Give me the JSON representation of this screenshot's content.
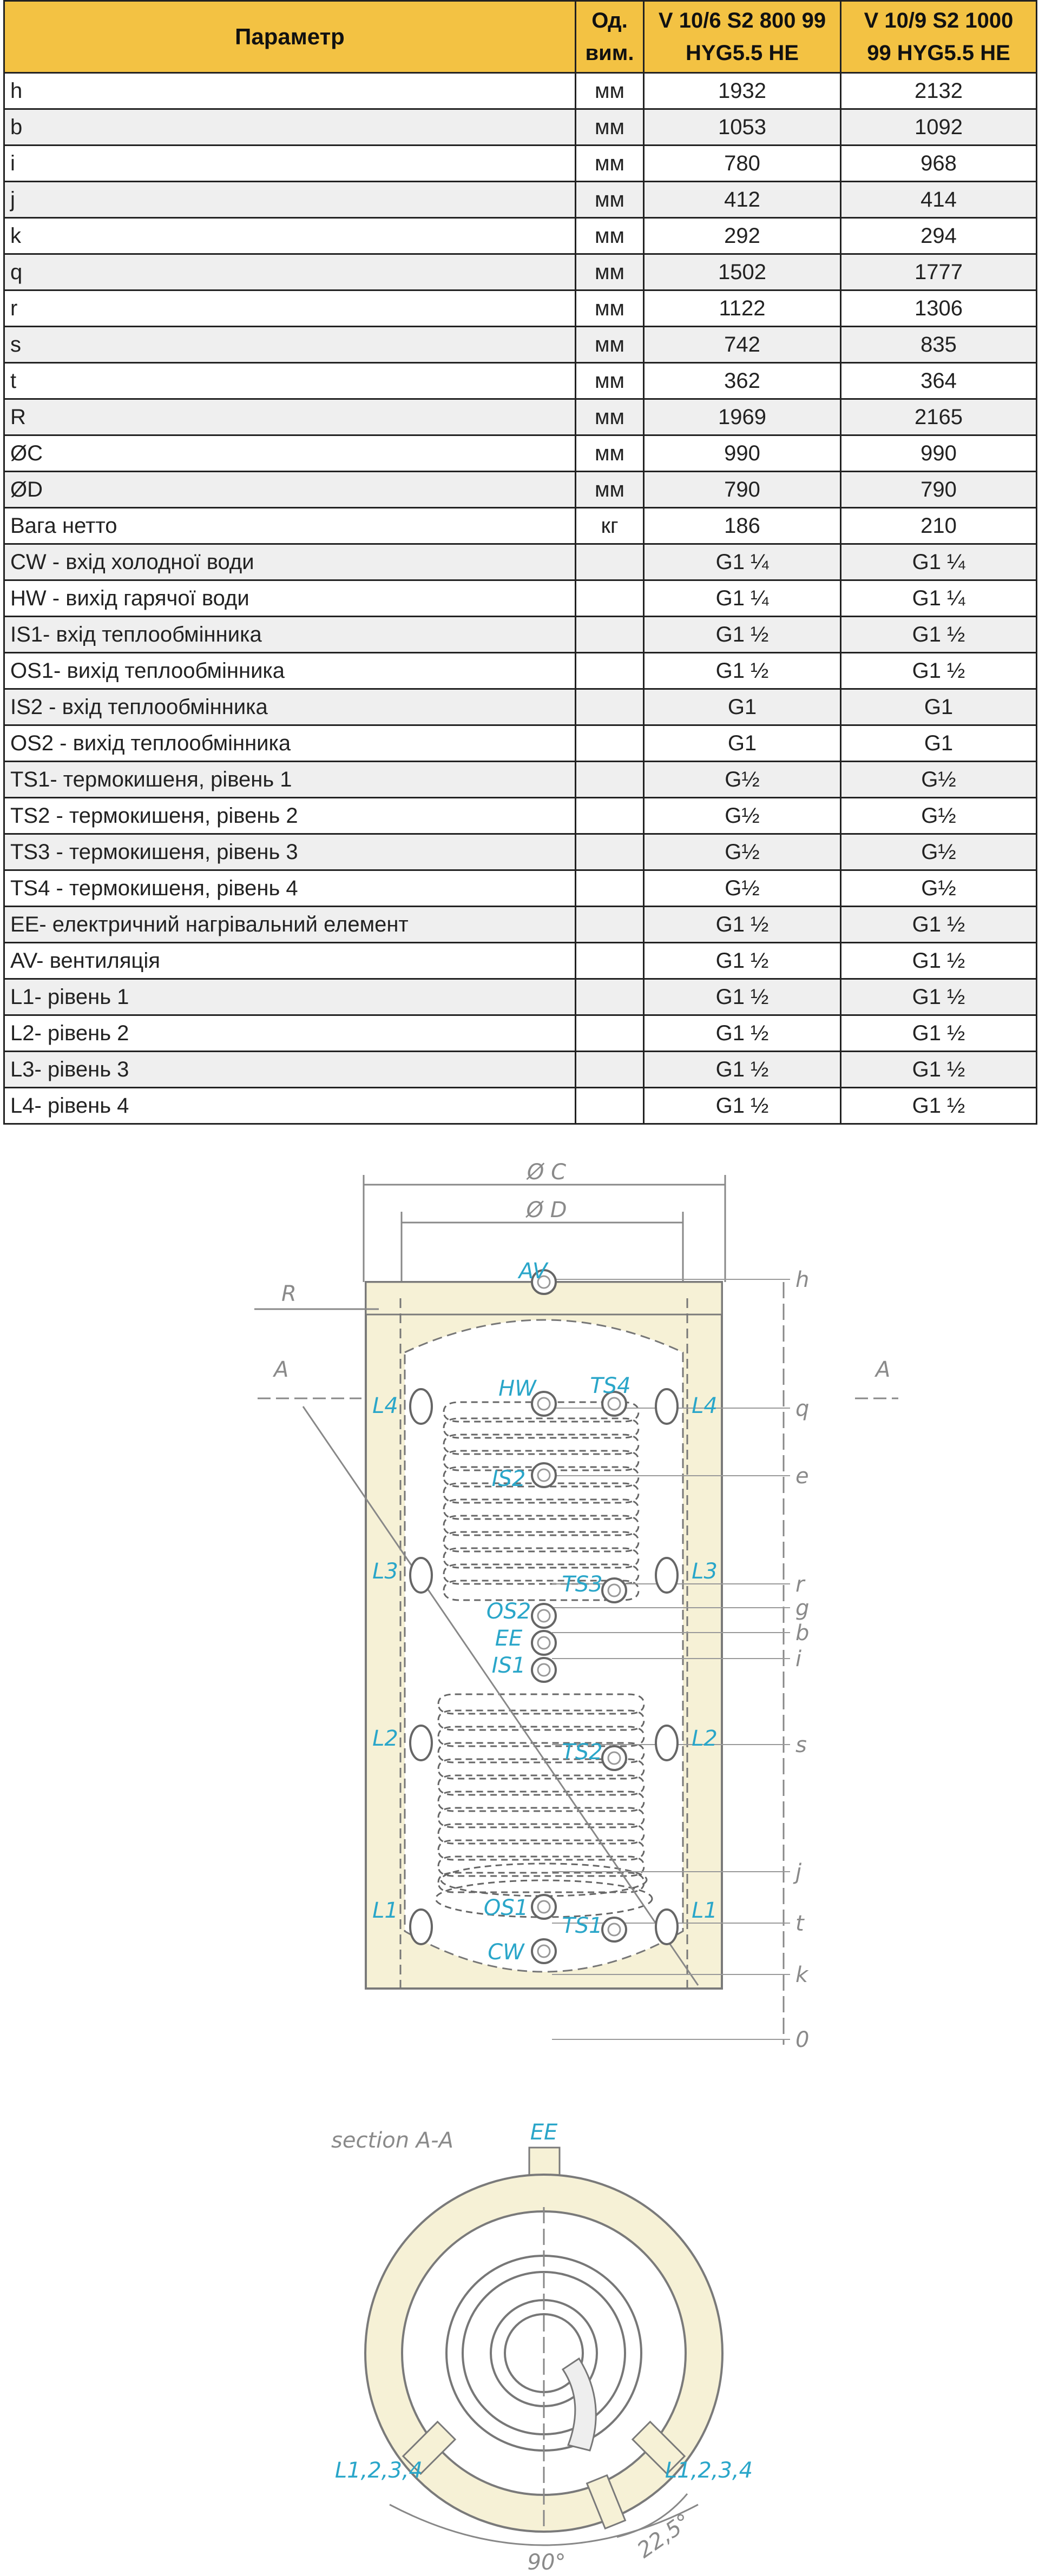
{
  "table": {
    "headers": {
      "param": "Параметр",
      "unit_line1": "Од.",
      "unit_line2": "вим.",
      "m1_line1": "V 10/6 S2 800 99",
      "m1_line2": "HYG5.5 HE",
      "m2_line1": "V 10/9 S2 1000",
      "m2_line2": "99 HYG5.5 HE"
    },
    "rows": [
      {
        "name": "h",
        "unit": "мм",
        "v1": "1932",
        "v2": "2132"
      },
      {
        "name": "b",
        "unit": "мм",
        "v1": "1053",
        "v2": "1092"
      },
      {
        "name": "i",
        "unit": "мм",
        "v1": "780",
        "v2": "968"
      },
      {
        "name": "j",
        "unit": "мм",
        "v1": "412",
        "v2": "414"
      },
      {
        "name": "k",
        "unit": "мм",
        "v1": "292",
        "v2": "294"
      },
      {
        "name": "q",
        "unit": "мм",
        "v1": "1502",
        "v2": "1777"
      },
      {
        "name": "r",
        "unit": "мм",
        "v1": "1122",
        "v2": "1306"
      },
      {
        "name": "s",
        "unit": "мм",
        "v1": "742",
        "v2": "835"
      },
      {
        "name": "t",
        "unit": "мм",
        "v1": "362",
        "v2": "364"
      },
      {
        "name": "R",
        "unit": "мм",
        "v1": "1969",
        "v2": "2165"
      },
      {
        "name": "ØC",
        "unit": "мм",
        "v1": "990",
        "v2": "990"
      },
      {
        "name": "ØD",
        "unit": "мм",
        "v1": "790",
        "v2": "790"
      },
      {
        "name": "Вага нетто",
        "unit": "кг",
        "v1": "186",
        "v2": "210"
      },
      {
        "name": "CW - вхід холодної води",
        "unit": "",
        "v1": "G1 ¼",
        "v2": "G1 ¼"
      },
      {
        "name": "HW - вихід гарячої води",
        "unit": "",
        "v1": "G1 ¼",
        "v2": "G1 ¼"
      },
      {
        "name": "IS1- вхід теплообмінника",
        "unit": "",
        "v1": "G1 ½",
        "v2": "G1 ½"
      },
      {
        "name": "OS1- вихід теплообмінника",
        "unit": "",
        "v1": "G1 ½",
        "v2": "G1 ½"
      },
      {
        "name": "IS2 - вхід теплообмінника",
        "unit": "",
        "v1": "G1",
        "v2": "G1"
      },
      {
        "name": "OS2 - вихід теплообмінника",
        "unit": "",
        "v1": "G1",
        "v2": "G1"
      },
      {
        "name": "TS1- термокишеня, рівень 1",
        "unit": "",
        "v1": "G½",
        "v2": "G½"
      },
      {
        "name": "TS2 - термокишеня, рівень 2",
        "unit": "",
        "v1": "G½",
        "v2": "G½"
      },
      {
        "name": "TS3 - термокишеня, рівень 3",
        "unit": "",
        "v1": "G½",
        "v2": "G½"
      },
      {
        "name": "TS4 - термокишеня, рівень 4",
        "unit": "",
        "v1": "G½",
        "v2": "G½"
      },
      {
        "name": "EE- електричний нагрівальний елемент",
        "unit": "",
        "v1": "G1 ½",
        "v2": "G1 ½"
      },
      {
        "name": "AV- вентиляція",
        "unit": "",
        "v1": "G1 ½",
        "v2": "G1 ½"
      },
      {
        "name": "L1- рівень 1",
        "unit": "",
        "v1": "G1 ½",
        "v2": "G1 ½"
      },
      {
        "name": "L2- рівень 2",
        "unit": "",
        "v1": "G1 ½",
        "v2": "G1 ½"
      },
      {
        "name": "L3- рівень 3",
        "unit": "",
        "v1": "G1 ½",
        "v2": "G1 ½"
      },
      {
        "name": "L4- рівень 4",
        "unit": "",
        "v1": "G1 ½",
        "v2": "G1 ½"
      }
    ]
  },
  "drawing": {
    "colors": {
      "insulation": "#f6f1d6",
      "outline": "#7a7a7a",
      "connection_label": "#2aa6c9",
      "dimension_label": "#8a8a8a"
    },
    "dims_top": {
      "oc": "Ø C",
      "od": "Ø D"
    },
    "r_label": "R",
    "section_marks": {
      "left": "A",
      "right": "A"
    },
    "connections": {
      "av": "AV",
      "hw": "HW",
      "ts4": "TS4",
      "is2": "IS2",
      "ts3": "TS3",
      "os2": "OS2",
      "ee": "EE",
      "is1": "IS1",
      "ts2": "TS2",
      "os1": "OS1",
      "ts1": "TS1",
      "cw": "CW",
      "l4_left": "L4",
      "l4_right": "L4",
      "l3_left": "L3",
      "l3_right": "L3",
      "l2_left": "L2",
      "l2_right": "L2",
      "l1_left": "L1",
      "l1_right": "L1"
    },
    "right_dims": {
      "h": "h",
      "q": "q",
      "e": "e",
      "r": "r",
      "g": "g",
      "b": "b",
      "i": "i",
      "s": "s",
      "j": "j",
      "t": "t",
      "k": "k",
      "zero": "0"
    }
  },
  "section": {
    "title": "section A-A",
    "ee": "EE",
    "l_left": "L1,2,3,4",
    "l_right": "L1,2,3,4",
    "angle_small": "22,5°",
    "angle_large": "90°"
  }
}
